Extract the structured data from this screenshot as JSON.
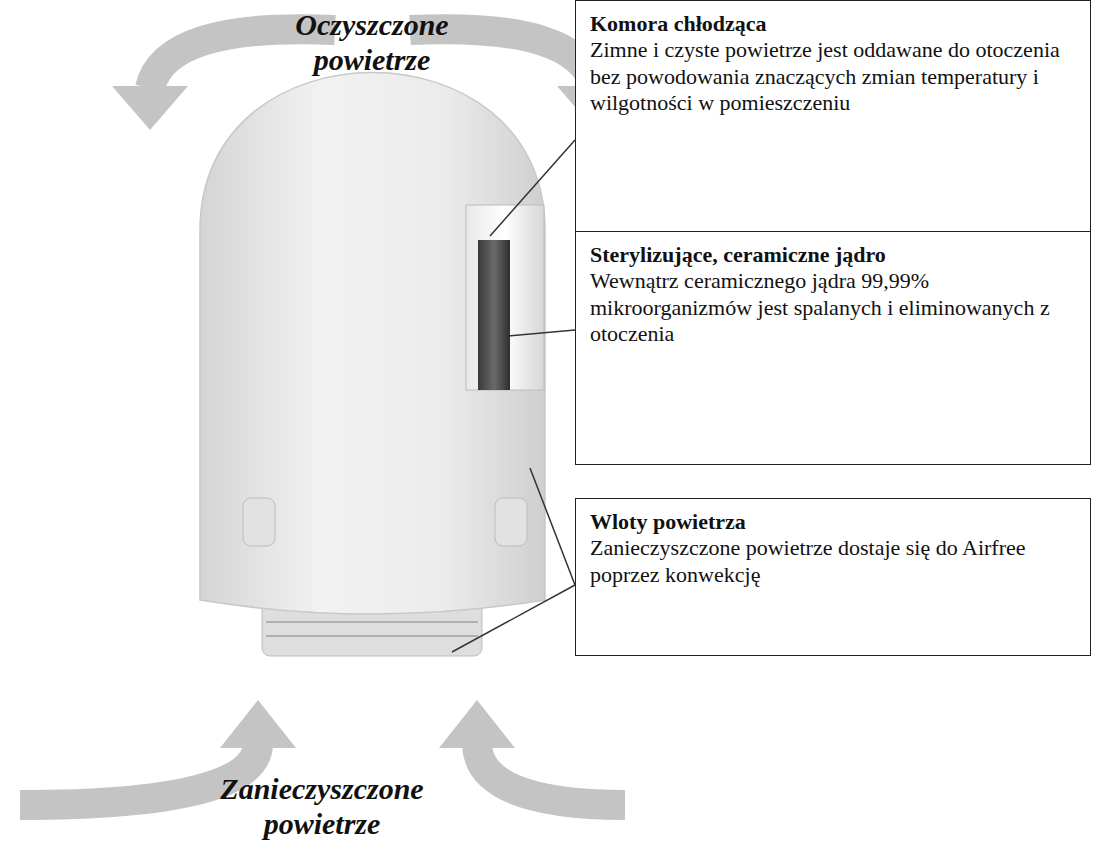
{
  "diagram": {
    "nodes": [
      {
        "text": [
          "Komora chłodząca",
          "Zimne i czyste powietrze jest oddawane do otoczenia bez powodowania znaczących zmian temperatury i wilgotności w pomieszczeniu"
        ]
      },
      {
        "text": [
          "Sterylizujące, ceramiczne jądro",
          "Wewnątrz ceramicznego jądra 99,99% mikroorganizmów jest spalanych i eliminowanych z otoczenia"
        ]
      },
      {
        "text": [
          "Wloty powietrza",
          "Zanieczyszczone powietrze dostaje się do Airfree poprzez konwekcję"
        ]
      }
    ],
    "labels": [
      "Oczyszczone powietrze",
      "Zanieczyszczone powietrze"
    ]
  }
}
